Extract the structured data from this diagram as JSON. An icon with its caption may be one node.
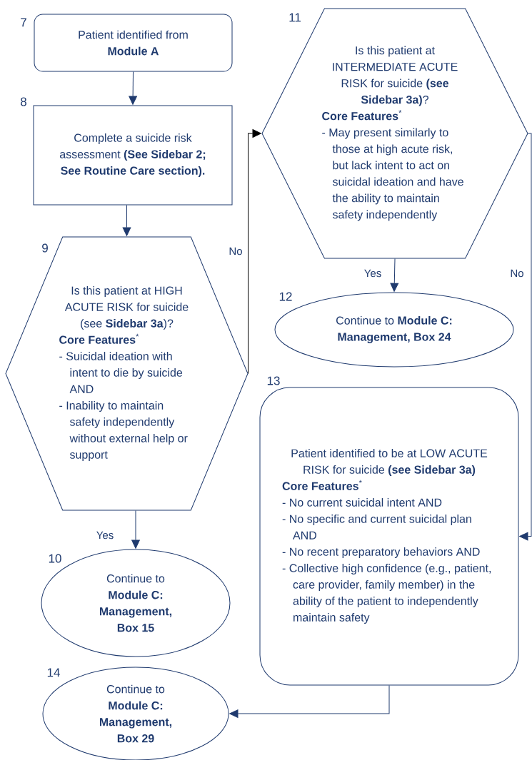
{
  "diagram": {
    "nodes": [
      {
        "text": [
          "Patient identified from **Module A**"
        ],
        "beside": [
          "7"
        ]
      },
      {
        "text": [
          "Complete a suicide risk assessment **(See Sidebar 2; See Routine Care section).**"
        ],
        "beside": [
          "8"
        ]
      },
      {
        "text": [
          "Is this patient at HIGH ACUTE RISK for suicide (see **Sidebar 3a**)?",
          "**Core Features**$^{*}$",
          "- Suicidal ideation with intent to die by suicide AND",
          "- Inability to maintain safety independently without external help or support"
        ],
        "beside": [
          "9"
        ]
      },
      {
        "text": [
          "Is this patient at INTERMEDIATE ACUTE RISK for suicide **(see Sidebar 3a)**?",
          "**Core Features**$^{*}$",
          "- May present similarly to those at high acute risk, but lack intent to act on suicidal ideation and have the ability to maintain safety independently"
        ],
        "beside": [
          "11"
        ]
      },
      {
        "text": [
          "Continue to **Module C: Management, Box 24**"
        ],
        "beside": [
          "12"
        ]
      },
      {
        "text": [
          "Continue to **Module C: Management, Box 15**"
        ],
        "beside": [
          "10"
        ]
      },
      {
        "text": [
          "Patient identified to be at LOW ACUTE RISK for suicide **(see Sidebar 3a)**",
          "**Core Features**$^{*}$",
          "- No current suicidal intent AND",
          "- No specific and current suicidal plan AND",
          "- No recent preparatory behaviors AND",
          "- Collective high confidence (e.g., patient, care provider, family member) in the ability of the patient to independently maintain safety"
        ],
        "beside": [
          "13"
        ]
      },
      {
        "text": [
          "Continue to **Module C: Management, Box 29**"
        ],
        "beside": [
          "14"
        ]
      }
    ],
    "edges": [
      {
        "from": 0,
        "to": 1,
        "arrow": "to"
      },
      {
        "from": 1,
        "to": 2,
        "arrow": "to"
      },
      {
        "from": 2,
        "to": 3,
        "arrow": "to",
        "label": "No",
        "color": "#000000"
      },
      {
        "from": 3,
        "to": 4,
        "arrow": "to",
        "label": "Yes"
      },
      {
        "from": 2,
        "to": 5,
        "arrow": "to",
        "label": "Yes"
      },
      {
        "from": 3,
        "to": 6,
        "arrow": "to",
        "label": "No"
      },
      {
        "from": 6,
        "to": 7,
        "arrow": "to"
      }
    ]
  }
}
